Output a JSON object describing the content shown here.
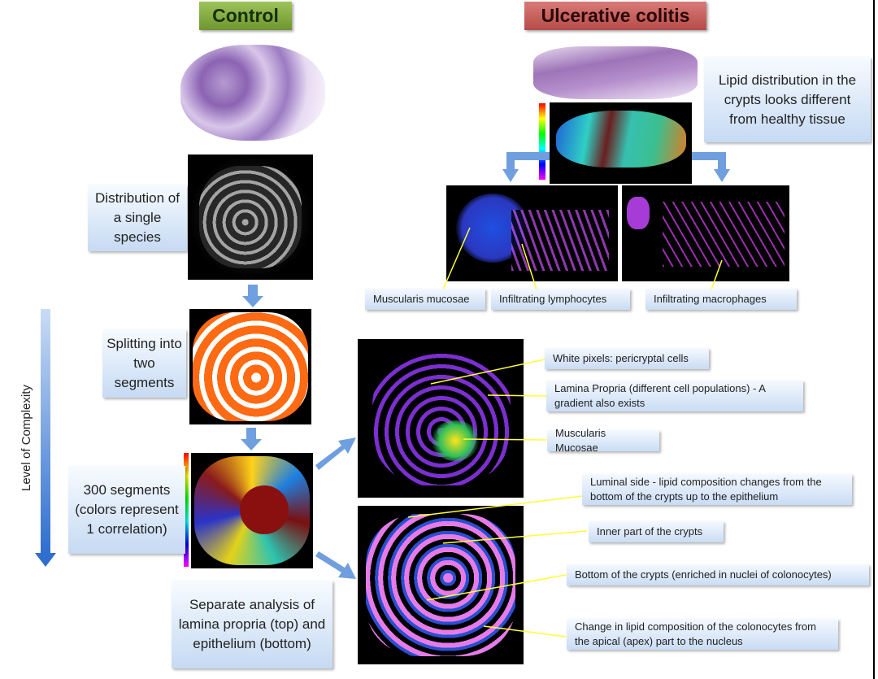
{
  "headers": {
    "control": "Control",
    "uc": "Ulcerative colitis"
  },
  "colors": {
    "control_header": "#7fa83a",
    "uc_header": "#c25e5b",
    "arrow_blue": "#6f9fde",
    "callout_line": "#ffff33",
    "segment_orange": "#ff6a12"
  },
  "boxes": {
    "single_species": "Distribution of a single species",
    "two_segments": "Splitting into two segments",
    "segments_300": "300 segments (colors represent 1 correlation)",
    "separate_analysis": "Separate analysis of lamina propria (top) and epithelium (bottom)",
    "lipid_distribution": "Lipid distribution in the crypts looks different from healthy tissue"
  },
  "complexity_label": "Level of Complexity",
  "uc_labels": {
    "muscularis": "Muscularis mucosae",
    "lymphocytes": "Infiltrating lymphocytes",
    "macrophages": "Infiltrating macrophages"
  },
  "top_labels": {
    "white_pixels": "White pixels: pericryptal cells",
    "lamina_propria": "Lamina Propria (different cell populations) - A gradient also exists",
    "muscularis_mucosae": "Muscularis Mucosae"
  },
  "bottom_labels": {
    "luminal": "Luminal side - lipid composition changes from the bottom of the crypts up to the epithelium",
    "inner": "Inner part of the crypts",
    "bottom_crypts": "Bottom of the crypts (enriched in nuclei of colonocytes)",
    "change": "Change in lipid composition of the colonocytes from the apical (apex) part to the nucleus"
  }
}
